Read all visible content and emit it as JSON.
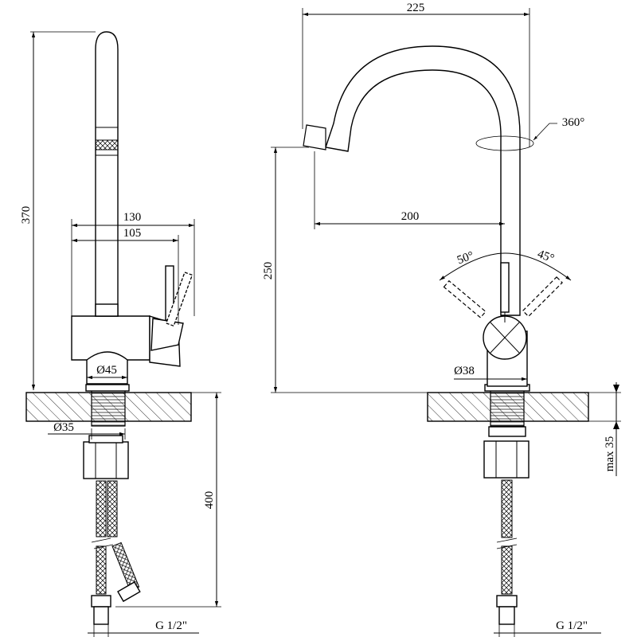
{
  "dimensions": {
    "side_total_height": "370",
    "side_reach_130": "130",
    "side_reach_105": "105",
    "side_base_diameter": "Ø45",
    "side_thread_diameter": "Ø35",
    "side_hose_length": "400",
    "side_hose_thread": "G 1/2\"",
    "front_width": "225",
    "front_rotation": "360°",
    "front_spout_reach": "200",
    "front_spout_height": "250",
    "front_lever_left_angle": "50°",
    "front_lever_right_angle": "45°",
    "front_body_diameter": "Ø38",
    "front_max_counter": "max 35",
    "front_hose_thread": "G 1/2\""
  }
}
